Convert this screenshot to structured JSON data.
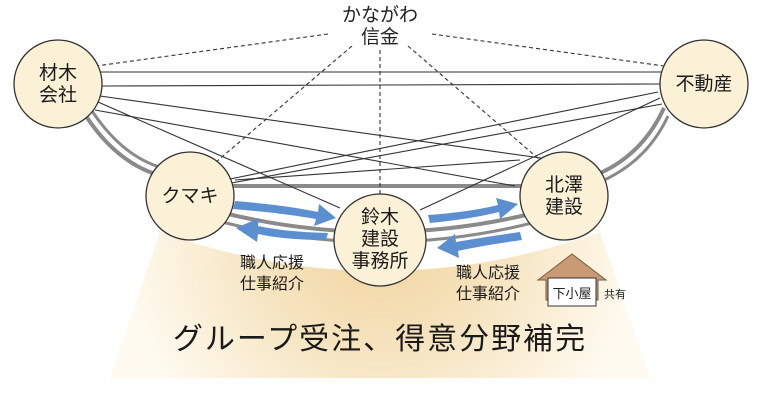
{
  "diagram": {
    "bank": "かながわ\n信金",
    "nodes": {
      "lumber_company": "材木\n会社",
      "real_estate": "不動産",
      "kumaki": "クマキ",
      "suzuki": "鈴木\n建設\n事務所",
      "kitazawa": "北澤\n建設"
    },
    "support_left": "職人応援\n仕事紹介",
    "support_right": "職人応援\n仕事紹介",
    "shed": "下小屋",
    "shared": "共有",
    "title": "グループ受注、得意分野補完"
  },
  "colors": {
    "node_fill": "#fbf1d6",
    "arrow_blue": "#5b8fd0",
    "thick_line": "#8a8a8a",
    "fan_glow": "#f3d9a6",
    "roof": "#c99a74"
  }
}
